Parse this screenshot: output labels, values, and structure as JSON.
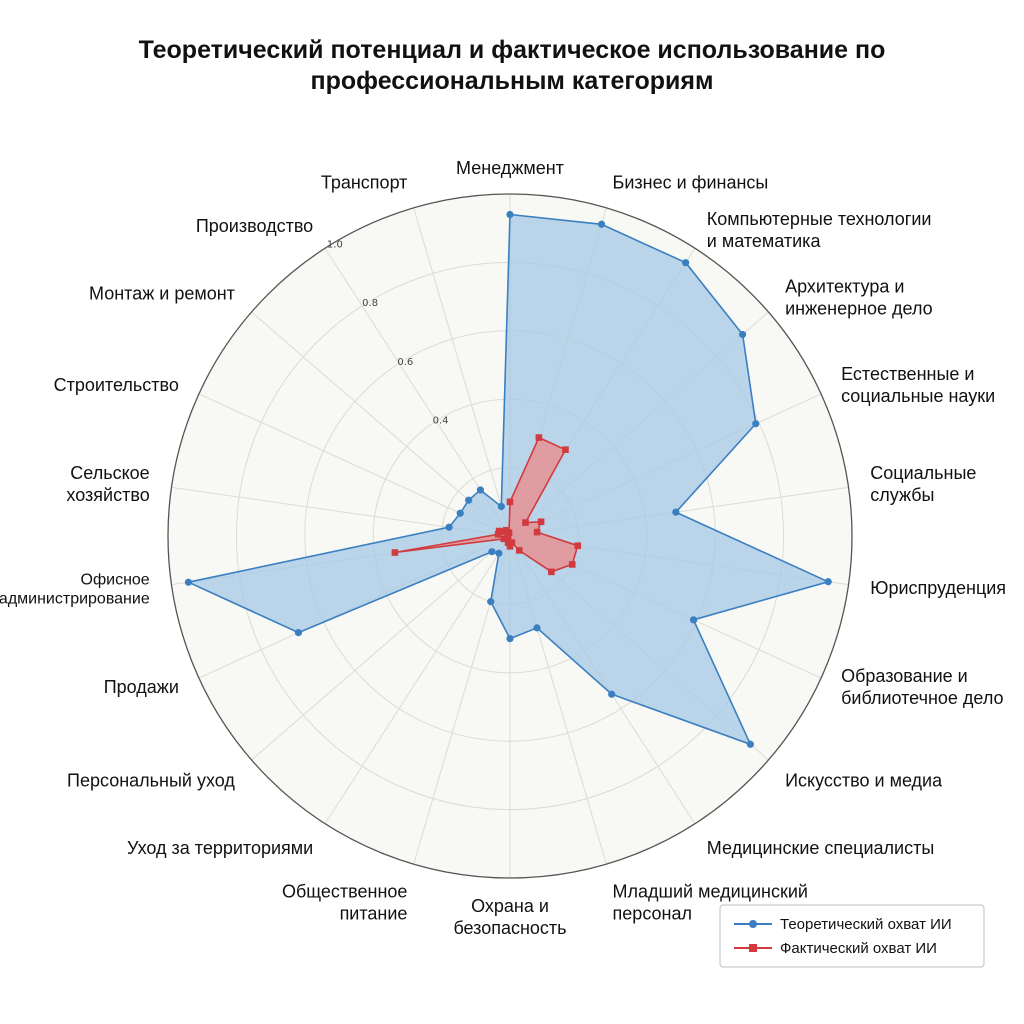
{
  "chart_data": {
    "type": "radar",
    "title": "Теоретический потенциал и фактическое использование по профессиональным категориям",
    "categories": [
      "Менеджмент",
      "Бизнес и финансы",
      "Компьютерные технологии и математика",
      "Архитектура и инженерное дело",
      "Естественные и социальные науки",
      "Социальные службы",
      "Юриспруденция",
      "Образование и библиотечное дело",
      "Искусство и медиа",
      "Медицинские специалисты",
      "Младший медицинский персонал",
      "Охрана и безопасность",
      "Общественное питание",
      "Уход за территориями",
      "Персональный уход",
      "Продажи",
      "Офисное администрирование",
      "Сельское хозяйство",
      "Строительство",
      "Монтаж и ремонт",
      "Производство",
      "Транспорт"
    ],
    "series": [
      {
        "name": "Теоретический охват ИИ",
        "color": "#3a7fc1",
        "fill": "#a6c8e6",
        "marker": "circle",
        "values": [
          0.94,
          0.95,
          0.95,
          0.9,
          0.79,
          0.49,
          0.94,
          0.59,
          0.93,
          0.55,
          0.28,
          0.3,
          0.2,
          0.06,
          0.07,
          0.68,
          0.95,
          0.18,
          0.16,
          0.16,
          0.16,
          0.09
        ]
      },
      {
        "name": "Фактический охват ИИ",
        "color": "#d13b40",
        "fill": "#e88f8f",
        "marker": "square",
        "values": [
          0.1,
          0.3,
          0.3,
          0.06,
          0.1,
          0.08,
          0.2,
          0.2,
          0.16,
          0.05,
          0.02,
          0.03,
          0.02,
          0.01,
          0.01,
          0.02,
          0.34,
          0.035,
          0.035,
          0.02,
          0.02,
          0.01
        ]
      }
    ],
    "rticks": [
      0.4,
      0.6,
      0.8,
      1.0
    ],
    "rtick_labels": [
      "0.4",
      "0.6",
      "0.8",
      "1.0"
    ],
    "rlim": [
      0,
      1.0
    ],
    "grid": true,
    "legend_position": "bottom-right"
  }
}
